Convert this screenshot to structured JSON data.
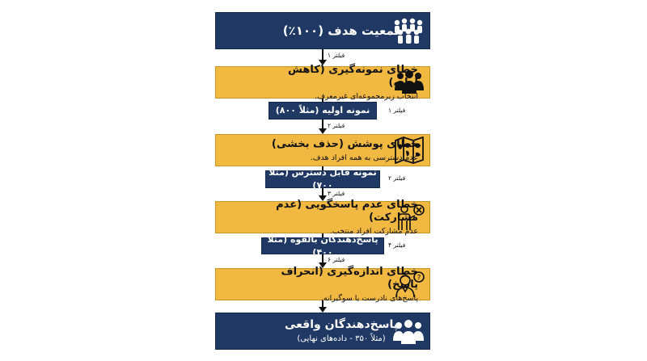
{
  "top_box": {
    "title": "جمعیت هدف (۱۰۰٪)"
  },
  "errors": [
    {
      "title": "خطای نمونه‌گیری (کاهش اولیه)",
      "desc": "انتخاب زیرمجموعه‌ای غیرمعرف."
    },
    {
      "title": "خطای پوشش (حذف بخشی)",
      "desc": "عدم دسترسی به همه افراد هدف."
    },
    {
      "title": "خطای عدم پاسخگویی (عدم مشارکت)",
      "desc": "عدم مشارکت افراد منتخب."
    },
    {
      "title": "خطای اندازه‌گیری (انحراف پاسخ)",
      "desc": "پاسخ‌های نادرست یا سوگیرانه."
    }
  ],
  "samples": [
    {
      "label": "نمونه اولیه (مثلاً ۸۰۰)",
      "filter": "فیلتر ۱"
    },
    {
      "label": "نمونه قابل دسترس (مثلاً ۷۰۰)",
      "filter": "فیلتر ۲"
    },
    {
      "label": "پاسخ‌دهندگان بالقوه (مثلاً ۴۰۰)",
      "filter": "فیلتر ۴"
    }
  ],
  "connector_labels": [
    "فیلتر ۱",
    "فیلتر ۲",
    "فیلتر ۳",
    "فیلتر ۶"
  ],
  "bottom_box": {
    "title": "پاسخ‌دهندگان واقعی",
    "subtitle": "(مثلاً ۳۵۰ - داده‌های نهایی)"
  },
  "colors": {
    "navy": "#1f3864",
    "gold": "#f1b842"
  },
  "icons": [
    "crowd-icon",
    "group-icon",
    "map-icon",
    "person-declining-icon",
    "person-question-icon",
    "group-icon"
  ]
}
